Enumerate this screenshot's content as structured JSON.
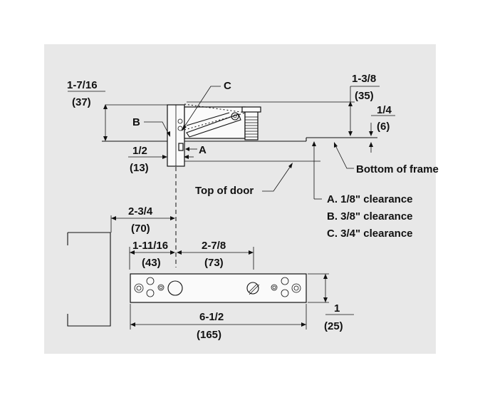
{
  "dimensions": {
    "pivot_height": {
      "fraction": "1-7/16",
      "mm": "(37)"
    },
    "arm_height": {
      "fraction": "1-3/8",
      "mm": "(35)"
    },
    "frame_offset": {
      "fraction": "1/4",
      "mm": "(6)"
    },
    "pivot_offset": {
      "fraction": "1/2",
      "mm": "(13)"
    },
    "frame_to_pivot": {
      "fraction": "2-3/4",
      "mm": "(70)"
    },
    "plate_left_hole": {
      "fraction": "1-11/16",
      "mm": "(43)"
    },
    "plate_hole_spacing": {
      "fraction": "2-7/8",
      "mm": "(73)"
    },
    "plate_height": {
      "fraction": "1",
      "mm": "(25)"
    },
    "plate_length": {
      "fraction": "6-1/2",
      "mm": "(165)"
    }
  },
  "callouts": {
    "a": "A",
    "b": "B",
    "c": "C",
    "top_of_door": "Top of door",
    "bottom_of_frame": "Bottom of frame"
  },
  "clearances": [
    "A. 1/8\" clearance",
    "B. 3/8\" clearance",
    "C. 3/4\" clearance"
  ]
}
